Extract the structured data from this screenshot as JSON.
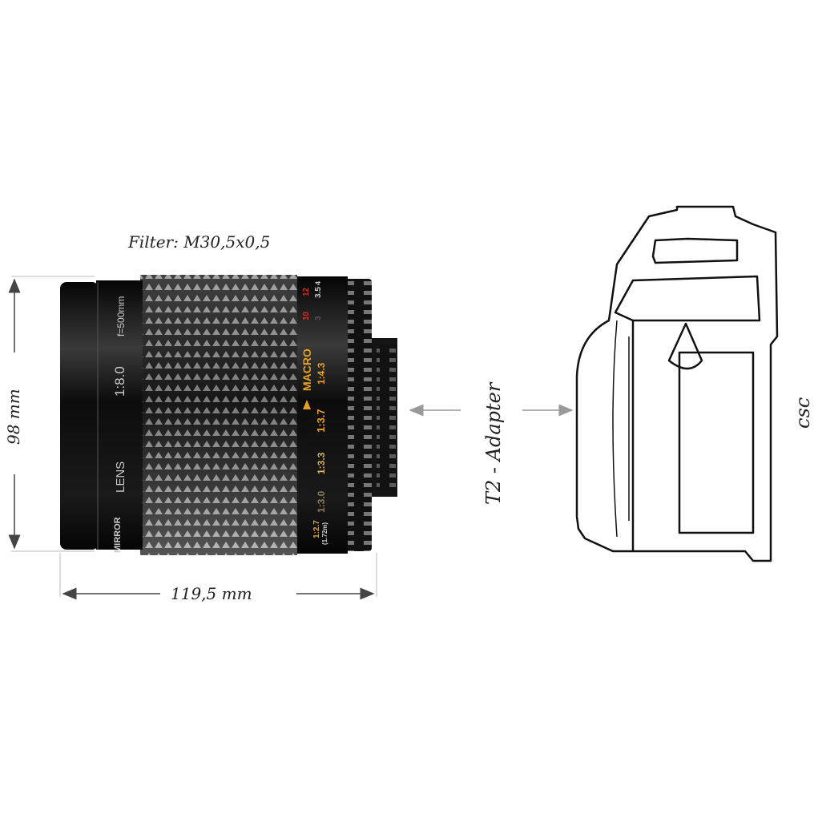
{
  "annotations": {
    "filter": "Filter: M30,5x0,5",
    "height": "98 mm",
    "length": "119,5 mm",
    "adapter": "T2 - Adapter",
    "camera": "csc"
  },
  "lens_markings": {
    "brand_left": "MIRROR",
    "lens": "LENS",
    "aperture": "1:8.0",
    "focal": "f=500mm",
    "macro": "MACRO",
    "ratios": [
      "1:4.3",
      "1:3.7",
      "1:3.3",
      "1:3.0",
      "1:2.7"
    ],
    "distance_ft": [
      "10",
      "12"
    ],
    "distance_m": [
      "3",
      "3.5",
      "4"
    ],
    "close": "(1.72m)"
  },
  "colors": {
    "lens_body": "#111111",
    "macro_text": "#e8a020",
    "distance_red": "#d03020",
    "dimension_line": "#888888"
  }
}
